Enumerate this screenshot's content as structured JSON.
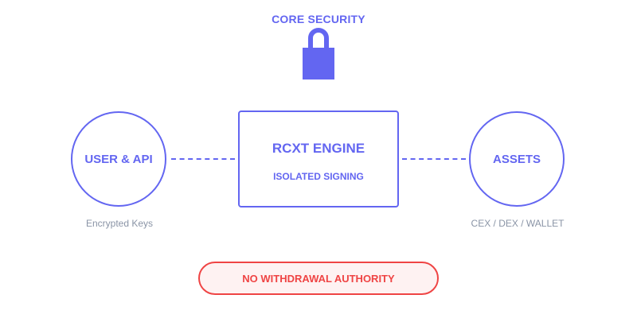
{
  "header": {
    "title": "CORE SECURITY",
    "icon": "lock-icon"
  },
  "nodes": {
    "left": {
      "label": "USER & API",
      "caption": "Encrypted Keys"
    },
    "center": {
      "title": "RCXT ENGINE",
      "subtitle": "ISOLATED SIGNING"
    },
    "right": {
      "label": "ASSETS",
      "caption": "CEX / DEX / WALLET"
    }
  },
  "warning": {
    "label": "NO WITHDRAWAL AUTHORITY"
  },
  "colors": {
    "accent": "#6366f1",
    "danger": "#ef4444",
    "danger_bg": "#fef2f2",
    "muted": "#8a94a6"
  }
}
